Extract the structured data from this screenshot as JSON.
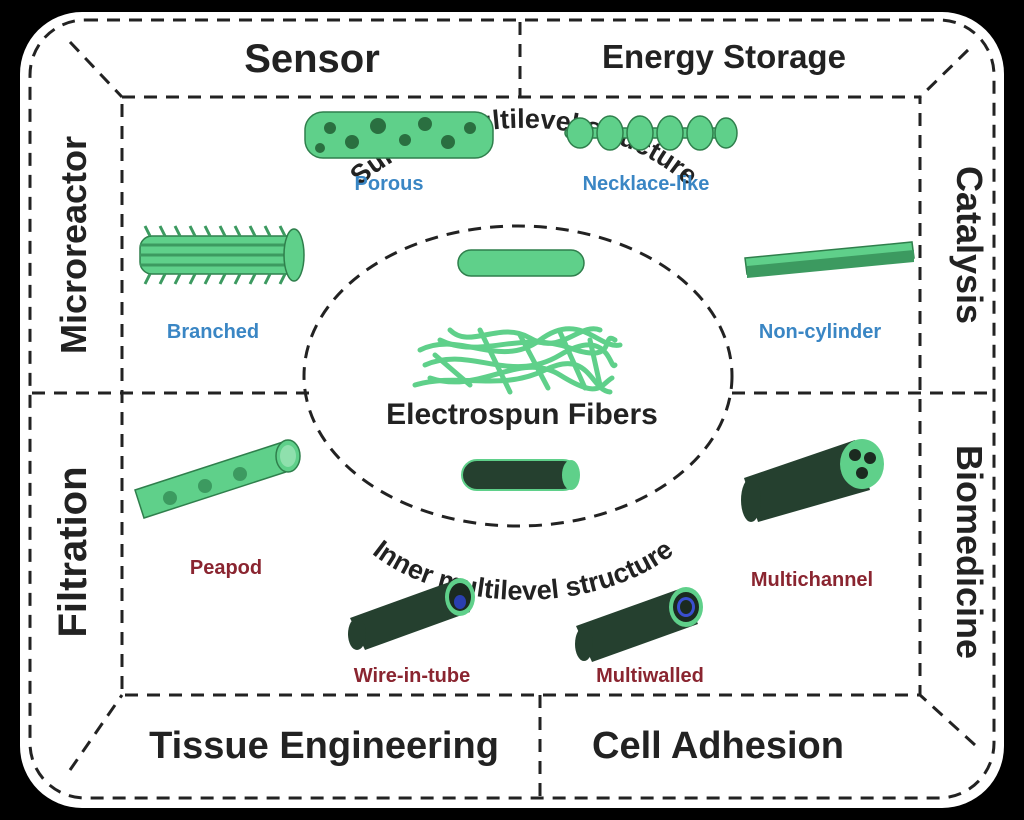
{
  "applications": {
    "sensor": "Sensor",
    "energy_storage": "Energy Storage",
    "microreactor": "Microreactor",
    "catalysis": "Catalysis",
    "filtration": "Filtration",
    "biomedicine": "Biomedicine",
    "tissue_engineering": "Tissue Engineering",
    "cell_adhesion": "Cell Adhesion"
  },
  "center": {
    "title": "Electrospun Fibers",
    "surface_caption": "Surface multilevel structure",
    "inner_caption": "Inner multilevel structure"
  },
  "surface_structures": {
    "porous": "Porous",
    "necklace": "Necklace-like",
    "branched": "Branched",
    "noncylinder": "Non-cylinder"
  },
  "inner_structures": {
    "peapod": "Peapod",
    "wire_in_tube": "Wire-in-tube",
    "multiwalled": "Multiwalled",
    "multichannel": "Multichannel"
  },
  "colors": {
    "surface_label": "#3a86c4",
    "inner_label": "#8a2530",
    "fiber": "#5fd08a"
  }
}
